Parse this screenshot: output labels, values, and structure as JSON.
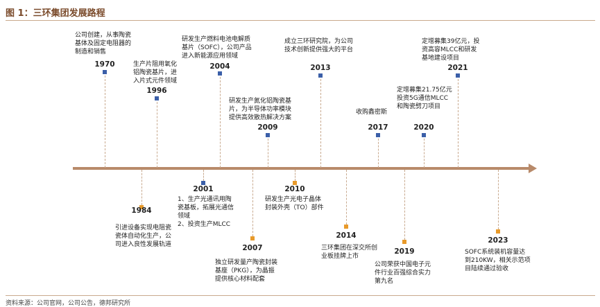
{
  "figure": {
    "title": "图 1：三环集团发展路程",
    "source": "资料来源：公司官网，公司公告，德邦研究所"
  },
  "milestones": [
    {
      "year": "1970",
      "desc": "公司创建，从事陶瓷\n基体及固定电阻器的\n制造和销售"
    },
    {
      "year": "1984",
      "desc": "引进设备实现电阻瓷\n瓷体自动化生产，公\n司进入良性发展轨道"
    },
    {
      "year": "1996",
      "desc": "生产片阻用氧化\n铝陶瓷基片，进\n入片式元件领域"
    },
    {
      "year": "2001",
      "desc": "1、生产光通讯用陶\n瓷基板，拓展光通信\n领域\n2、投资生产MLCC"
    },
    {
      "year": "2004",
      "desc": "研发生产燃料电池电解质\n基片（SOFC），公司产品\n进入新能源应用领域"
    },
    {
      "year": "2007",
      "desc": "独立研发量产陶瓷封装\n基座（PKG），为晶振\n提供核心材料配套"
    },
    {
      "year": "2009",
      "desc": "研发生产氮化铝陶瓷基\n片，为半导体功率模块\n提供高效散热解决方案"
    },
    {
      "year": "2010",
      "desc": "研发生产光电子晶体\n封装外壳（TO）部件"
    },
    {
      "year": "2013",
      "desc": "成立三环研究院，为公司\n技术创新提供强大的平台"
    },
    {
      "year": "2014",
      "desc": "三环集团在深交所创\n业板挂牌上市"
    },
    {
      "year": "2017",
      "desc": "收购鑫密斯"
    },
    {
      "year": "2019",
      "desc": "公司荣获中国电子元\n件行业百强综合实力\n第九名"
    },
    {
      "year": "2020",
      "desc": "定增募集21.75亿元\n投资5G通信MLCC\n和陶瓷劈刀项目"
    },
    {
      "year": "2021",
      "desc": "定增募集39亿元，投\n资高容MLCC和研发\n基地建设项目"
    },
    {
      "year": "2023",
      "desc": "SOFC系统装机容量达\n到210KW，相关示范项\n目陆续通过验收"
    }
  ]
}
